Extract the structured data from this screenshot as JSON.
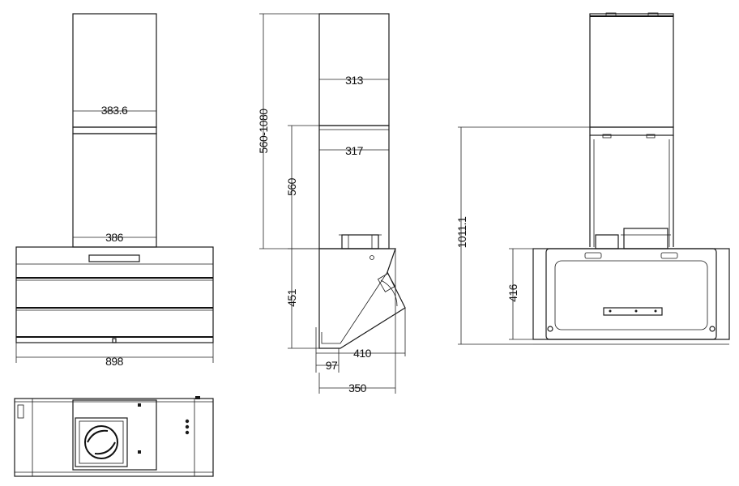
{
  "drawing": {
    "dimensions": {
      "front_duct_top_width": "383.6",
      "front_duct_bottom_width": "386",
      "front_total_width": "898",
      "side_duct_range": "560-1080",
      "side_upper_duct_width": "313",
      "side_lower_duct_width": "317",
      "side_lower_duct_height": "560",
      "side_body_height": "451",
      "side_depth": "410",
      "side_front_offset": "97",
      "side_base_depth": "350",
      "back_total_height": "1011.1",
      "back_body_height": "416"
    }
  }
}
